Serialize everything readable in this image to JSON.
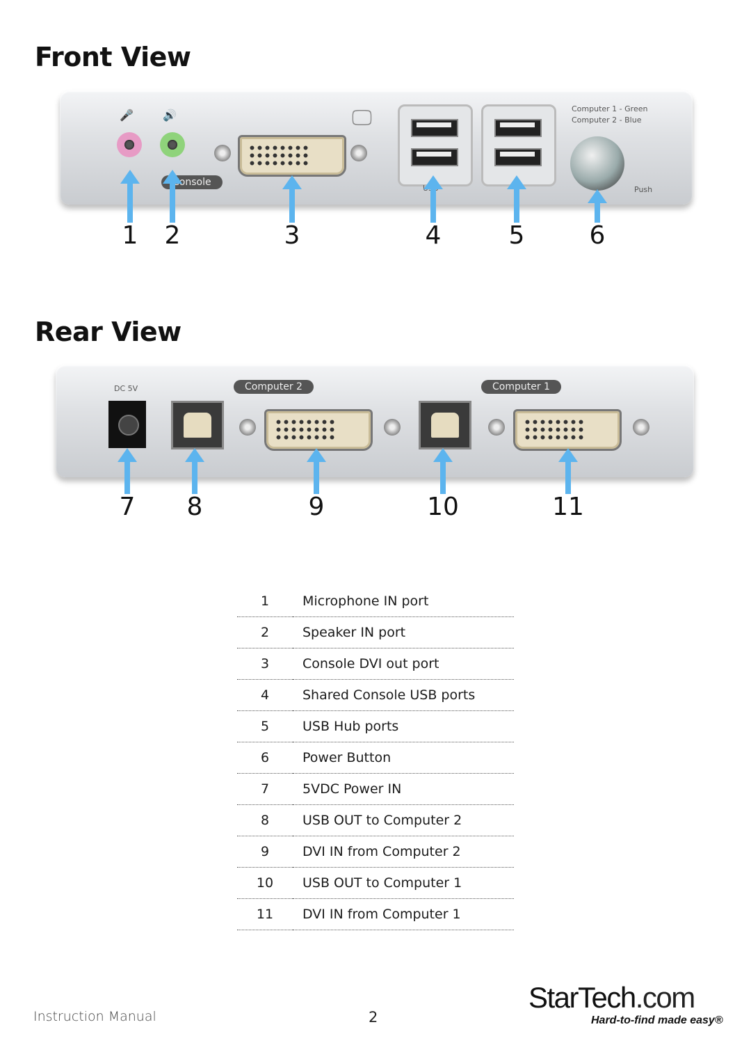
{
  "front_view": {
    "title": "Front View",
    "panel_labels": {
      "computer_1": "Computer 1 - Green",
      "computer_2": "Computer 2 - Blue",
      "push": "Push",
      "console": "Console",
      "usb": "USB"
    },
    "callouts": [
      "1",
      "2",
      "3",
      "4",
      "5",
      "6"
    ]
  },
  "rear_view": {
    "title": "Rear View",
    "panel_labels": {
      "dc": "DC 5V",
      "computer_2": "Computer 2",
      "computer_1": "Computer 1"
    },
    "callouts": [
      "7",
      "8",
      "9",
      "10",
      "11"
    ]
  },
  "legend": [
    {
      "num": "1",
      "desc": "Microphone IN port"
    },
    {
      "num": "2",
      "desc": "Speaker IN port"
    },
    {
      "num": "3",
      "desc": "Console DVI out port"
    },
    {
      "num": "4",
      "desc": "Shared Console USB ports"
    },
    {
      "num": "5",
      "desc": "USB Hub ports"
    },
    {
      "num": "6",
      "desc": "Power Button"
    },
    {
      "num": "7",
      "desc": "5VDC Power IN"
    },
    {
      "num": "8",
      "desc": "USB OUT to Computer 2"
    },
    {
      "num": "9",
      "desc": "DVI IN from Computer 2"
    },
    {
      "num": "10",
      "desc": "USB OUT to Computer 1"
    },
    {
      "num": "11",
      "desc": "DVI IN from Computer 1"
    }
  ],
  "footer": {
    "left": "Instruction Manual",
    "page": "2"
  },
  "logo": {
    "brand": "StarTech",
    "suffix": ".com",
    "tagline": "Hard-to-find made easy®"
  },
  "colors": {
    "arrow": "#5cb4ee",
    "mic_jack": "#e79bc5",
    "speaker_jack": "#8fd37b"
  }
}
